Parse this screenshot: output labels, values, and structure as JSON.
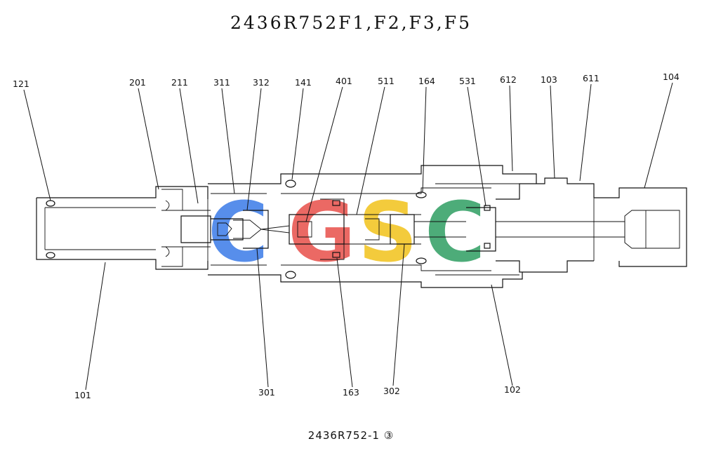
{
  "title": "2436R752F1,F2,F3,F5",
  "footer": "2436R752-1 ③",
  "watermark": {
    "letters": [
      {
        "char": "C",
        "color": "#3a7be8"
      },
      {
        "char": "G",
        "color": "#e8504a"
      },
      {
        "char": "S",
        "color": "#f2c21b"
      },
      {
        "char": "C",
        "color": "#2e9e62"
      }
    ]
  },
  "labels_top": [
    "121",
    "201",
    "211",
    "311",
    "312",
    "141",
    "401",
    "511",
    "164",
    "531",
    "612",
    "103",
    "611",
    "104"
  ],
  "labels_bottom": [
    "101",
    "301",
    "163",
    "302",
    "102"
  ]
}
